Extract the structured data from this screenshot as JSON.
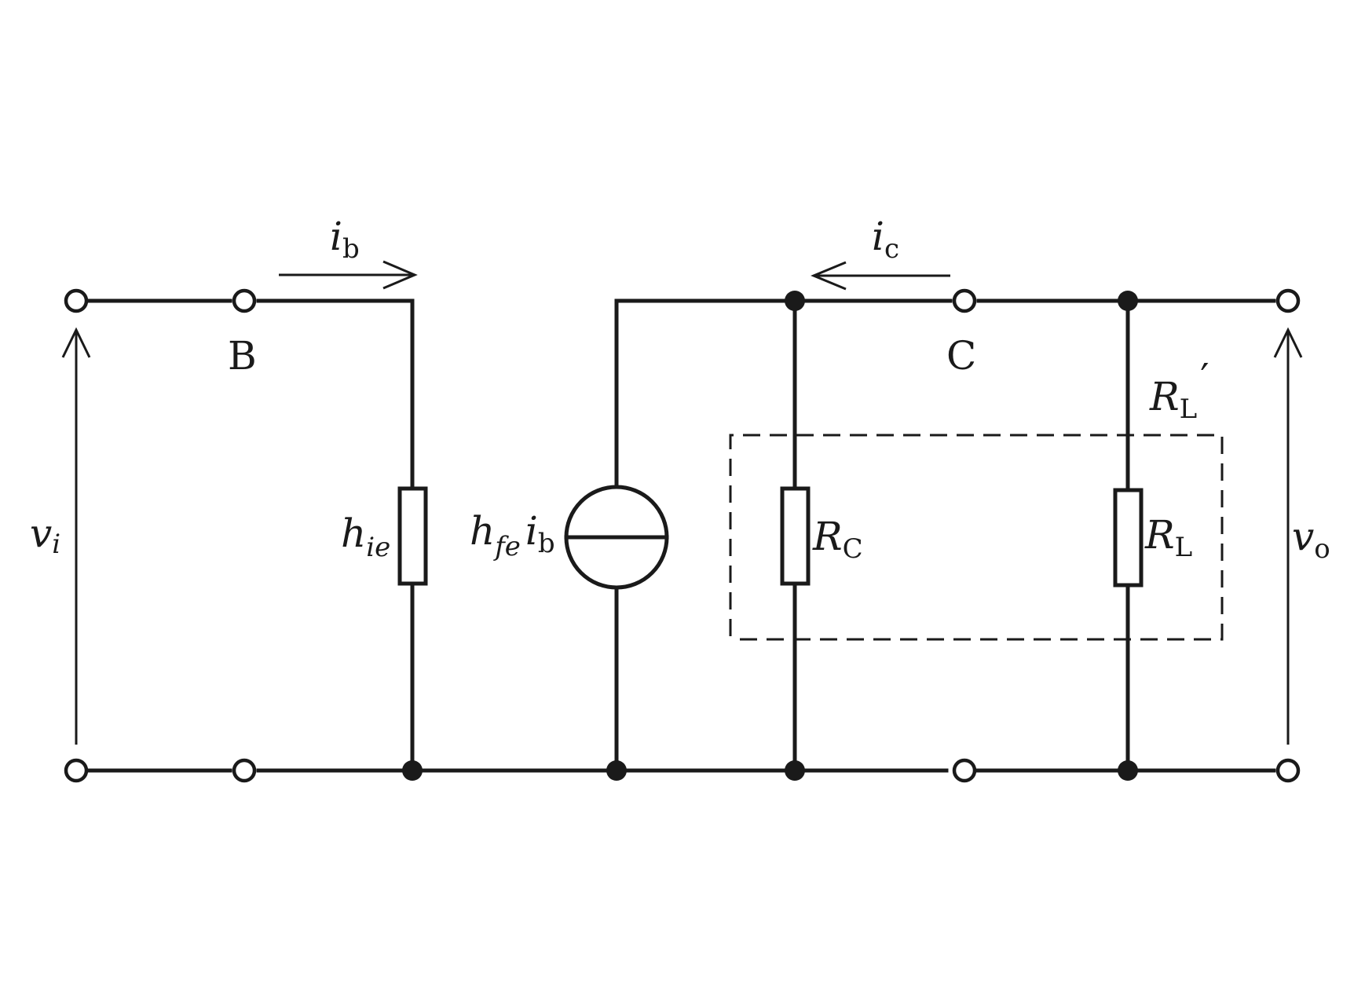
{
  "labels": {
    "vi": {
      "main": "v",
      "sub": "i"
    },
    "ib": {
      "main": "i",
      "sub": "b"
    },
    "B": "B",
    "hie": {
      "main": "h",
      "sub": "ie"
    },
    "source": {
      "main": "h",
      "sub": "fe",
      "main2": "i",
      "sub2": "b"
    },
    "ic": {
      "main": "i",
      "sub": "c"
    },
    "C": "C",
    "RC": {
      "main": "R",
      "sub": "C"
    },
    "RLprime": {
      "main": "R",
      "sub": "L",
      "prime": "′"
    },
    "RL": {
      "main": "R",
      "sub": "L"
    },
    "vo": {
      "main": "v",
      "sub": "o"
    }
  }
}
